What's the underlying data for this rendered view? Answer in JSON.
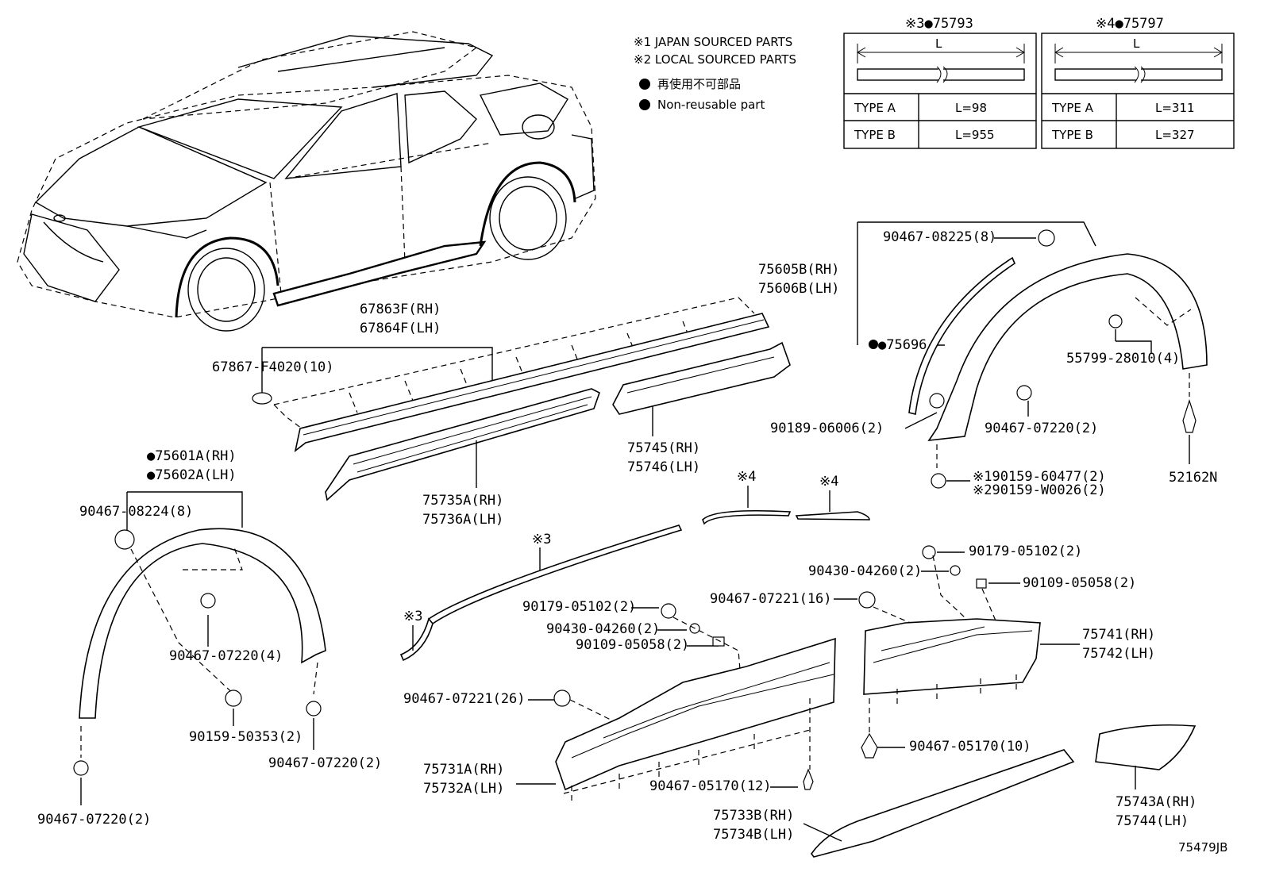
{
  "notes": {
    "japan": "※1 JAPAN SOURCED PARTS",
    "local": "※2 LOCAL SOURCED PARTS",
    "jp_nonreuse": "再使用不可部品",
    "en_nonreuse": "Non-reusable part"
  },
  "table3": {
    "title": "※3●75793",
    "length_mark": "L",
    "rows": [
      {
        "type": "TYPE A",
        "value": "L=98"
      },
      {
        "type": "TYPE B",
        "value": "L=955"
      }
    ]
  },
  "table4": {
    "title": "※4●75797",
    "length_mark": "L",
    "rows": [
      {
        "type": "TYPE A",
        "value": "L=311"
      },
      {
        "type": "TYPE B",
        "value": "L=327"
      }
    ]
  },
  "labels": {
    "p67863": "67863F(RH)",
    "p67864": "67864F(LH)",
    "p67867": "67867-F4020(10)",
    "p75601": "●75601A(RH)",
    "p75602": "●75602A(LH)",
    "p90467_08224": "90467-08224(8)",
    "p90467_07220_4": "90467-07220(4)",
    "p90159_50353": "90159-50353(2)",
    "p90467_07220_a": "90467-07220(2)",
    "p90467_07220_b": "90467-07220(2)",
    "p75735A": "75735A(RH)",
    "p75736A": "75736A(LH)",
    "p75745": "75745(RH)",
    "p75746": "75746(LH)",
    "mark4a": "※4",
    "mark4b": "※4",
    "mark3a": "※3",
    "mark3b": "※3",
    "p90179_a": "90179-05102(2)",
    "p90430_a": "90430-04260(2)",
    "p90109_a": "90109-05058(2)",
    "p90467_07221_26": "90467-07221(26)",
    "p75731A": "75731A(RH)",
    "p75732A": "75732A(LH)",
    "p90467_05170_12": "90467-05170(12)",
    "p75733B": "75733B(RH)",
    "p75734B": "75734B(LH)",
    "p90467_08225": "90467-08225(8)",
    "p75605B": "75605B(RH)",
    "p75606B": "75606B(LH)",
    "p75696": "●75696",
    "p55799": "55799-28010(4)",
    "p90189": "90189-06006(2)",
    "p90467_07220_c": "90467-07220(2)",
    "p52162N": "52162N",
    "p190159": "※190159-60477(2)",
    "p290159": "※290159-W0026(2)",
    "p90179_b": "90179-05102(2)",
    "p90430_b": "90430-04260(2)",
    "p90109_b": "90109-05058(2)",
    "p90467_07221_16": "90467-07221(16)",
    "p75741": "75741(RH)",
    "p75742": "75742(LH)",
    "p90467_05170_10": "90467-05170(10)",
    "p75743A": "75743A(RH)",
    "p75744": "75744(LH)",
    "diagram_code": "75479JB"
  }
}
